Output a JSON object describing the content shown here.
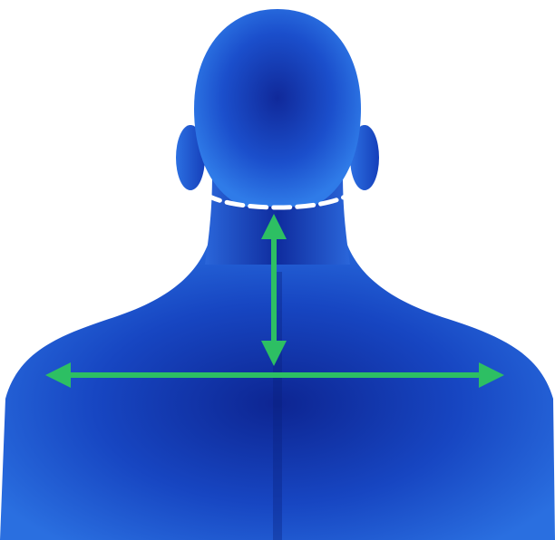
{
  "colors": {
    "background": "#ffffff",
    "body_light": "#2a6fe0",
    "body_mid": "#1746c2",
    "body_dark": "#0d2592",
    "measure_line": "#2dbf63",
    "neckline_dash": "#ffffff"
  },
  "icons": {
    "vertical_measure": "double-headed-arrow-vertical",
    "horizontal_measure": "double-headed-arrow-horizontal",
    "neckline": "dashed-curve"
  }
}
